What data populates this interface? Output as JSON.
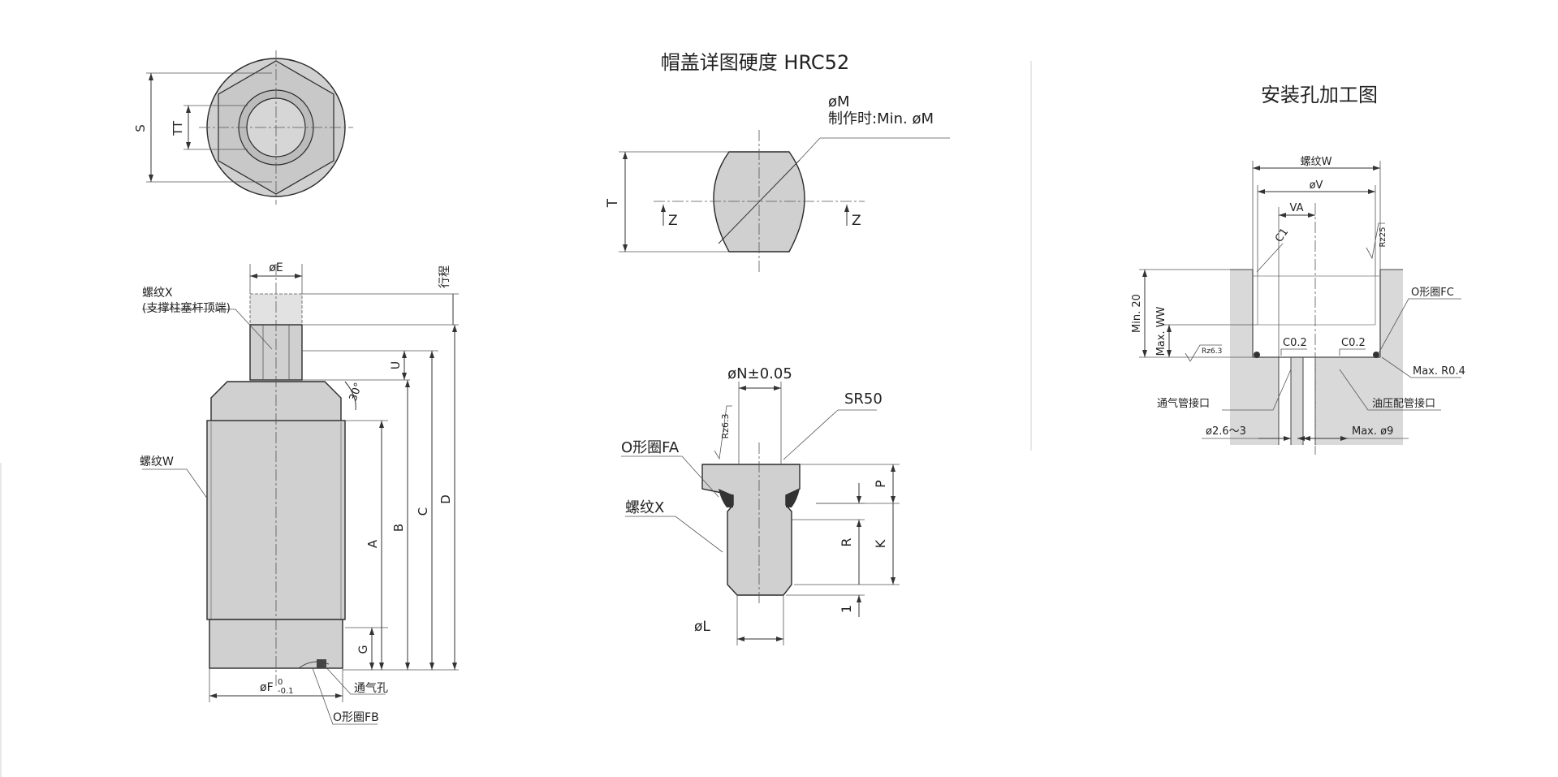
{
  "titles": {
    "cap_detail": "帽盖详图硬度 HRC52",
    "mount_hole": "安装孔加工图"
  },
  "labels": {
    "S": "S",
    "TT": "TT",
    "phiE": "øE",
    "stroke": "行程",
    "thread_x": "螺纹X",
    "thread_x_note": "(支撑柱塞杆顶端)",
    "U": "U",
    "angle30": "30°",
    "thread_w": "螺纹W",
    "A": "A",
    "B": "B",
    "C": "C",
    "D": "D",
    "G": "G",
    "phiF": "øF",
    "phiF_tol_upper": "0",
    "phiF_tol_lower": "-0.1",
    "vent_hole": "通气孔",
    "oring_fb": "O形圈FB",
    "phiM": "øM",
    "phiM_note": "制作时:Min. øM",
    "T": "T",
    "Z1": "Z",
    "Z2": "Z",
    "phiN": "øN±0.05",
    "SR50": "SR50",
    "rz63_cap": "Rz6.3",
    "oring_fa": "O形圈FA",
    "thread_x_cap": "螺纹X",
    "P": "P",
    "R": "R",
    "K": "K",
    "one": "1",
    "phiL": "øL",
    "mh_thread_w": "螺纹W",
    "phiV": "øV",
    "VA": "VA",
    "C1": "C1",
    "rz25": "Rz25",
    "min20": "Min. 20",
    "maxWW": "Max. WW",
    "rz63_mh": "Rz6.3",
    "c02a": "C0.2",
    "c02b": "C0.2",
    "oring_fc": "O形圈FC",
    "maxR04": "Max. R0.4",
    "vent_port": "通气管接口",
    "oil_port": "油压配管接口",
    "phi26": "ø2.6～3",
    "maxphi9": "Max. ø9"
  }
}
